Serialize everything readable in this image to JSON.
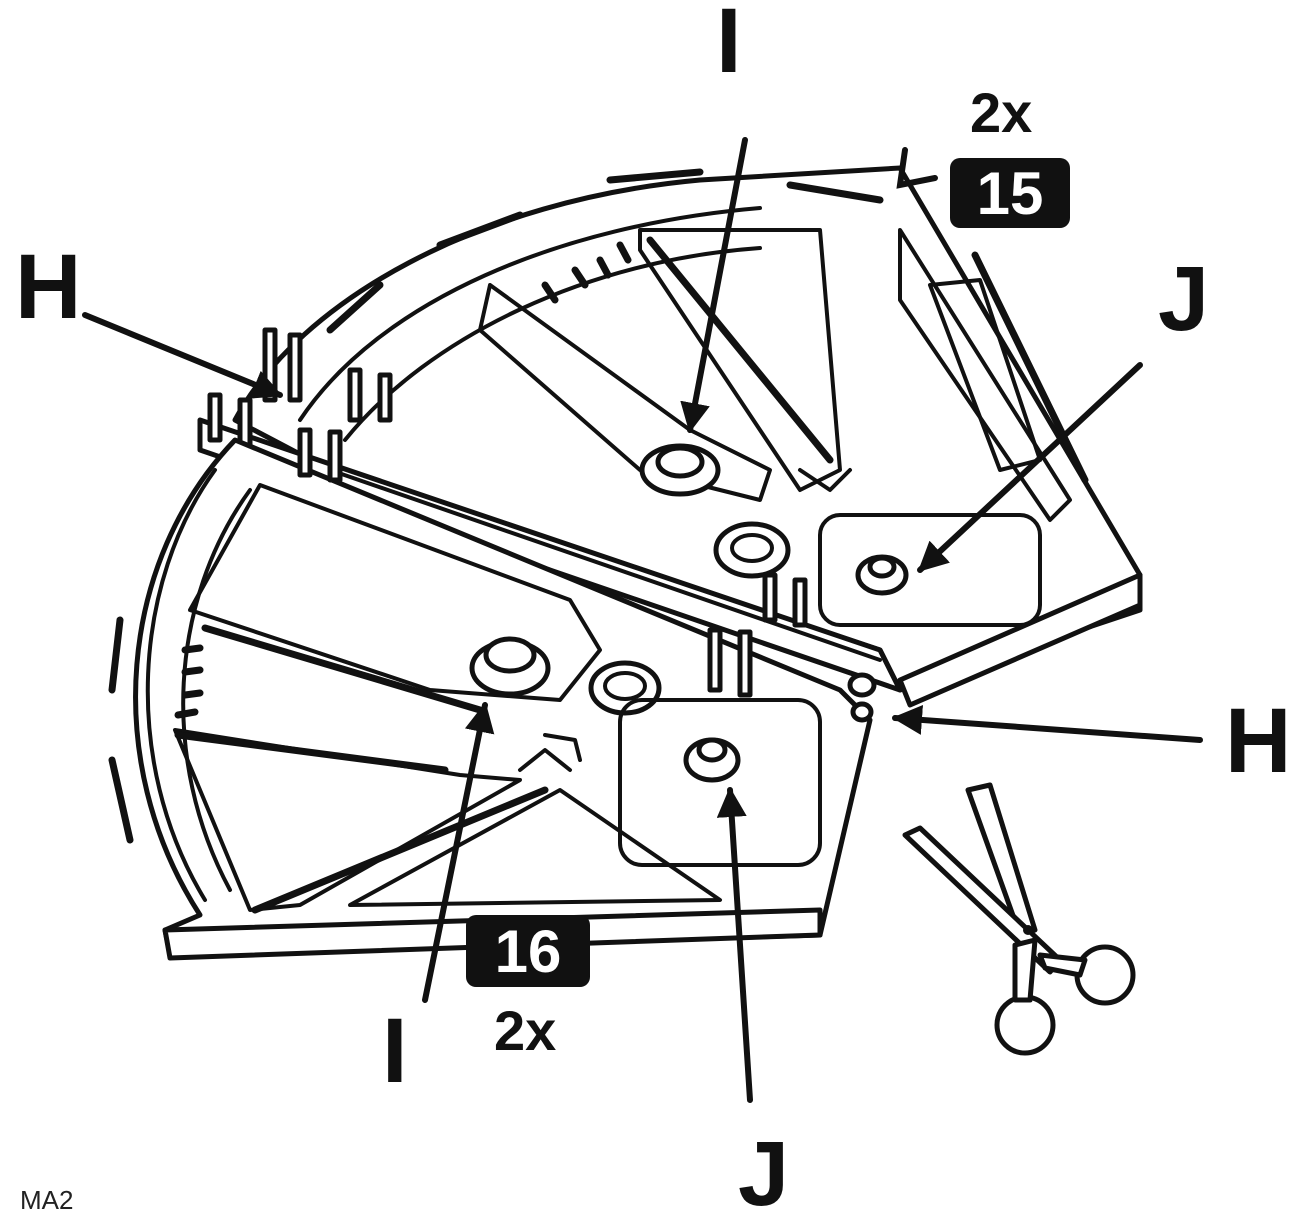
{
  "labels": {
    "h_left": "H",
    "h_right": "H",
    "i_top": "I",
    "i_bottom": "I",
    "j_top": "J",
    "j_bottom": "J"
  },
  "parts": {
    "top": {
      "number": "15",
      "count": "2x"
    },
    "bottom": {
      "number": "16",
      "count": "2x"
    }
  },
  "footer_code": "MA2",
  "icons": {
    "scissors": "scissors-icon"
  },
  "colors": {
    "ink": "#111111",
    "badge_fill": "#111111",
    "badge_text": "#ffffff"
  }
}
